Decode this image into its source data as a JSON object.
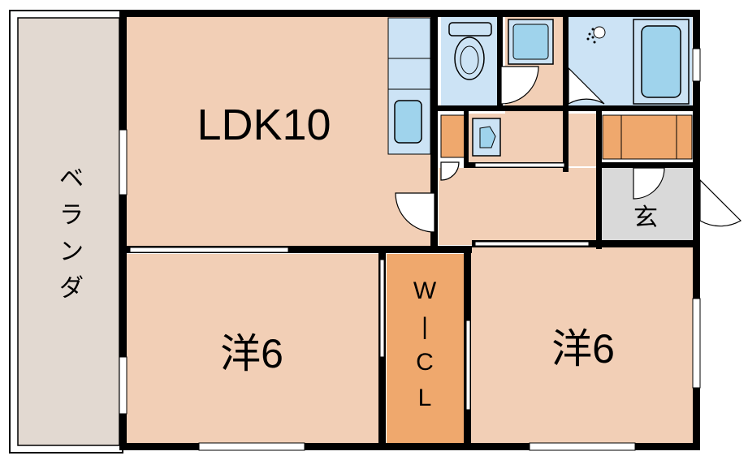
{
  "rooms": {
    "ldk": "LDK10",
    "western_left": "洋6",
    "western_right": "洋6",
    "wic_letters": [
      "W",
      "|",
      "C",
      "L"
    ],
    "entrance": "玄",
    "balcony_letters": [
      "ベ",
      "ラ",
      "ン",
      "ダ"
    ]
  },
  "colors": {
    "wall": "#000000",
    "room_floor": "#f2cfb6",
    "wic_floor": "#efa86d",
    "storage": "#efa86d",
    "wet_area": "#cce3f5",
    "fixture": "#9fd3ec",
    "balcony": "#e2d9d1",
    "entrance_floor": "#d9d9d9"
  }
}
